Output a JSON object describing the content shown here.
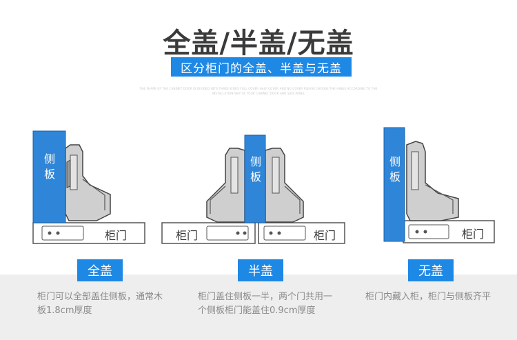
{
  "header": {
    "title": "全盖/半盖/无盖",
    "subtitle": "区分柜门的全盖、半盖与无盖",
    "fine_print": "THE SHAPE OF THE CABINET DOOR IS DIVIDED INTO THREE KINDS FULL COVER HALF COVER AND NO COVER PLEASE CHOOSE THE HINGE ACCORDING TO THE INSTALLATION WAY OF YOUR CABINET DOOR AND SIDE PANEL"
  },
  "panels": [
    {
      "side_panel_label": "侧板",
      "door_label": "柜门",
      "category": "全盖",
      "description": "柜门可以全部盖住侧板，通常木板1.8cm厚度"
    },
    {
      "side_panel_label": "侧板",
      "door_label_left": "柜门",
      "door_label_right": "柜门",
      "category": "半盖",
      "description": "柜门盖住侧板一半，两个门共用一个侧板柜门能盖住0.9cm厚度"
    },
    {
      "side_panel_label": "侧板",
      "door_label": "柜门",
      "category": "无盖",
      "description": "柜门内藏入柜，柜门与侧板齐平"
    }
  ],
  "colors": {
    "accent_blue": "#1e88e5",
    "panel_blue": "#2f86d8",
    "hinge_gray": "#c9c9c9",
    "band_gray": "#eeeeee"
  }
}
